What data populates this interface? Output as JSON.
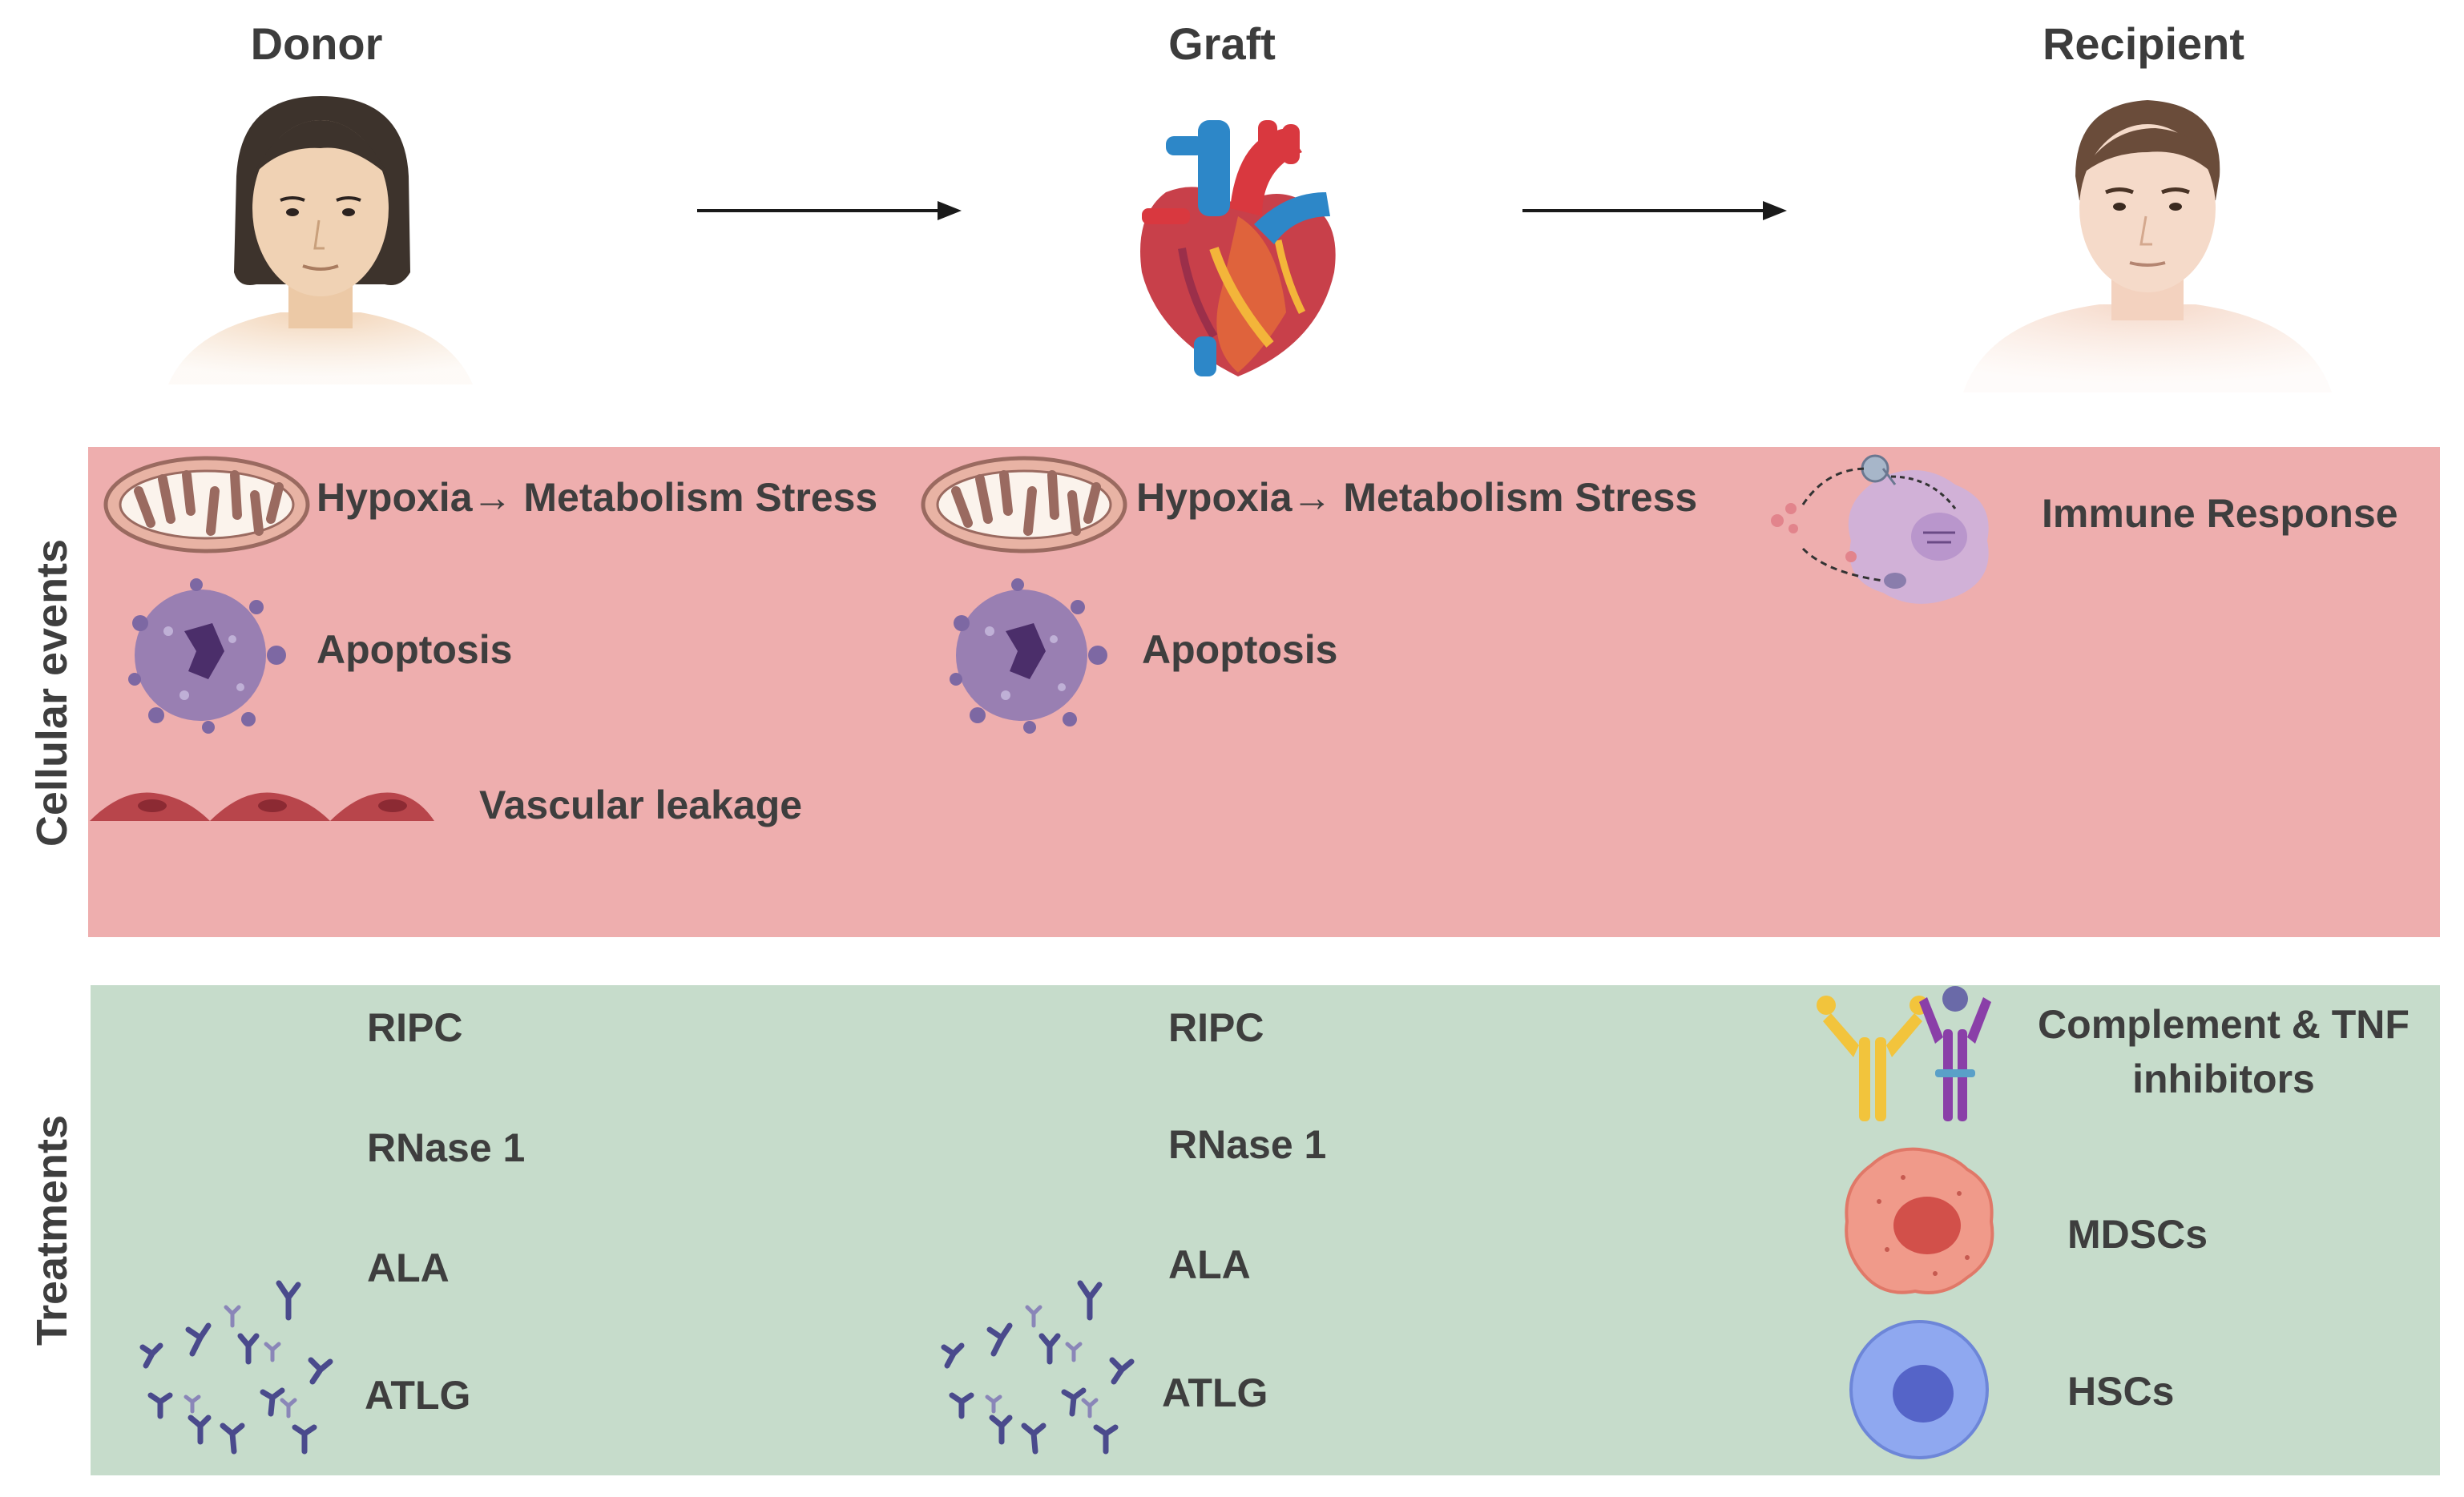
{
  "columns": {
    "donor": "Donor",
    "graft": "Graft",
    "recipient": "Recipient"
  },
  "bands": {
    "cellular_events": "Cellular events",
    "treatments": "Treatments"
  },
  "cellular": {
    "donor": {
      "hypoxia": "Hypoxia→ Metabolism Stress",
      "apoptosis": "Apoptosis",
      "vascular": "Vascular leakage"
    },
    "graft": {
      "hypoxia": "Hypoxia→ Metabolism Stress",
      "apoptosis": "Apoptosis"
    },
    "recipient": {
      "immune": "Immune Response"
    }
  },
  "treatments": {
    "donor": {
      "ripc": "RIPC",
      "rnase": "RNase 1",
      "ala": "ALA",
      "atlg": "ATLG"
    },
    "graft": {
      "ripc": "RIPC",
      "rnase": "RNase 1",
      "ala": "ALA",
      "atlg": "ATLG"
    },
    "recipient": {
      "complement_line1": "Complement & TNF",
      "complement_line2": "inhibitors",
      "mdscs": "MDSCs",
      "hscs": "HSCs"
    }
  },
  "colors": {
    "cellular_band": "#eeaeae",
    "treatments_band": "#c6dccb",
    "arrow": "#1a1a1a"
  },
  "icons": {
    "donor": "woman-bust-icon",
    "graft": "heart-icon",
    "recipient": "man-bust-icon",
    "mitochondria": "mitochondria-icon",
    "apoptosis": "apoptotic-cell-icon",
    "vascular": "endothelial-cells-icon",
    "immune": "immune-cell-icon",
    "antibodies": "antibodies-icon",
    "inhibitors": "antibody-inhibitor-icon",
    "mdsc": "mdsc-cell-icon",
    "hsc": "hsc-cell-icon"
  }
}
